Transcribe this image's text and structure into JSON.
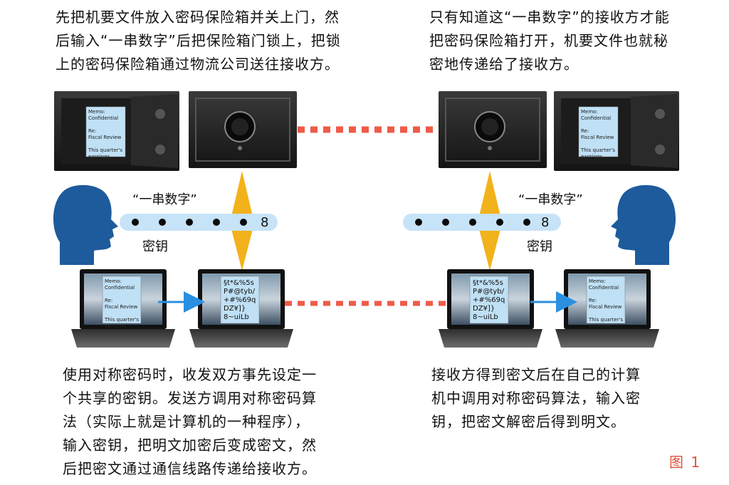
{
  "captions": {
    "top_left": "先把机要文件放入密码保险箱并关上门，然\n后输入“一串数字”后把保险箱门锁上，把锁\n上的密码保险箱通过物流公司送往接收方。",
    "top_right": "只有知道这“一串数字”的接收方才能\n把密码保险箱打开，机要文件也就秘\n密地传递给了接收方。",
    "bottom_left": "使用对称密码时，收发双方事先设定一\n个共享的密钥。发送方调用对称密码算\n法（实际上就是计算机的一种程序），\n输入密钥，把明文加密后变成密文，然\n后把密文通过通信线路传递给接收方。",
    "bottom_right": "接收方得到密文后在自己的计算\n机中调用对称密码算法，输入密\n钥，把密文解密后得到明文。"
  },
  "key": {
    "sequence_label": "“一串数字”",
    "key_label": "密钥",
    "digit": "8"
  },
  "memo": "Memo:\nConfidential\n\nRe:\nFiscal Review\n\nThis quarter's\nearnings...",
  "ciphertext": "§t*&%5s\nP#@tyb/\n+#%69q\nDZ¥]}\n8~uiLb",
  "figure_label": "图 1",
  "colors": {
    "arrow_yellow": "#f2b21b",
    "dotted_red": "#ef5b48",
    "key_bar": "#c7e3f7",
    "head_blue": "#1d5b9c",
    "transfer_arrow": "#2a8fe0"
  }
}
